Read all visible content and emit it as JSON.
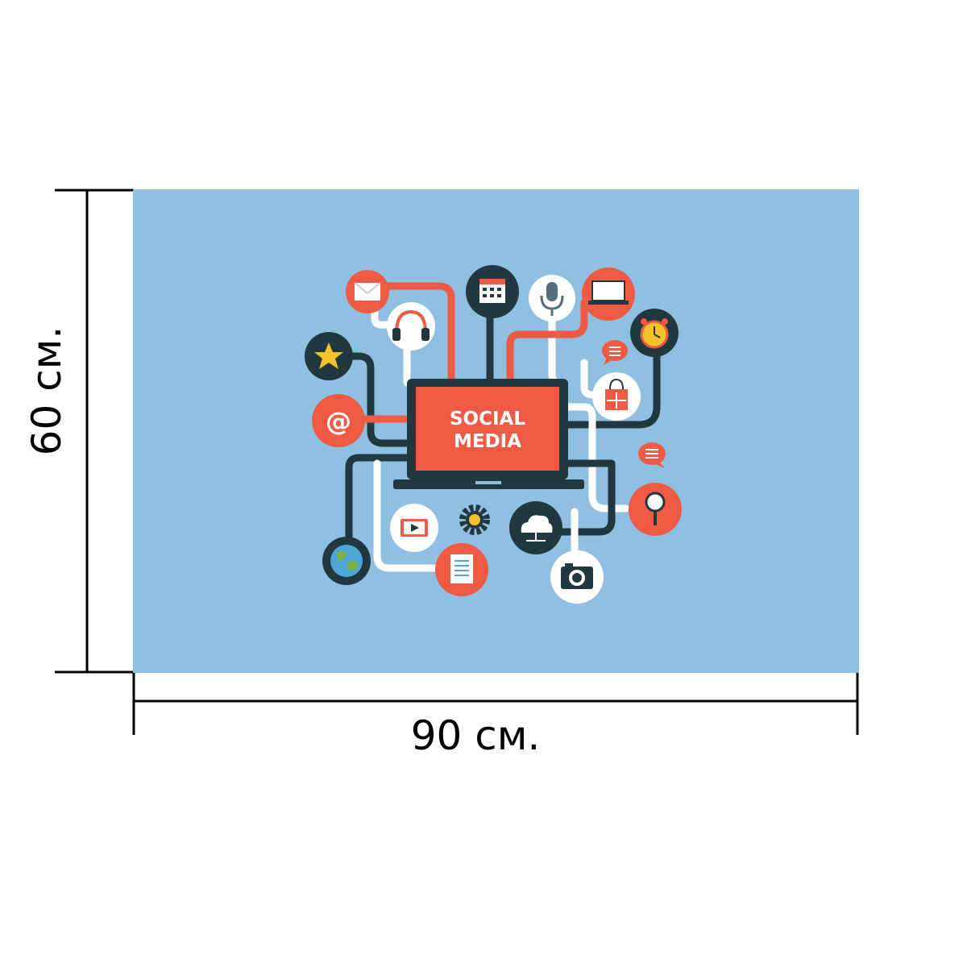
{
  "dimensions": {
    "width_label": "90 см.",
    "height_label": "60 см."
  },
  "poster": {
    "title_line1": "SOCIAL",
    "title_line2": "MEDIA",
    "icons": [
      "envelope-icon",
      "calendar-icon",
      "microphone-icon",
      "laptop-icon",
      "headphones-icon",
      "alarm-clock-icon",
      "star-icon",
      "chat-bubble-icon",
      "shopping-bag-icon",
      "at-sign-icon",
      "chat-bubble-icon",
      "magnifier-icon",
      "globe-icon",
      "video-play-icon",
      "gear-icon",
      "cloud-icon",
      "document-icon",
      "camera-icon"
    ]
  },
  "colors": {
    "background": "#8fbfe1",
    "dark": "#21383f",
    "accent": "#ee5a43",
    "white": "#ffffff",
    "yellow": "#f6c22c"
  }
}
